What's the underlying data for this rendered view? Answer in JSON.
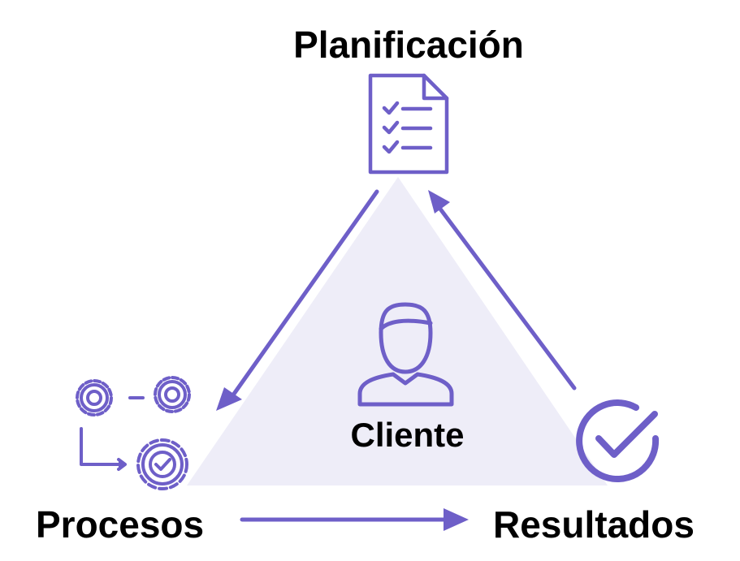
{
  "diagram": {
    "nodes": {
      "planning": {
        "label": "Planificación",
        "icon": "checklist-document-icon"
      },
      "processes": {
        "label": "Procesos",
        "icon": "gears-process-icon"
      },
      "results": {
        "label": "Resultados",
        "icon": "check-circle-icon"
      },
      "client": {
        "label": "Cliente",
        "icon": "user-avatar-icon"
      }
    },
    "colors": {
      "accent": "#6E5FC8",
      "triangle_fill": "#EEEDF8",
      "text": "#000000",
      "background": "#FFFFFF"
    }
  }
}
